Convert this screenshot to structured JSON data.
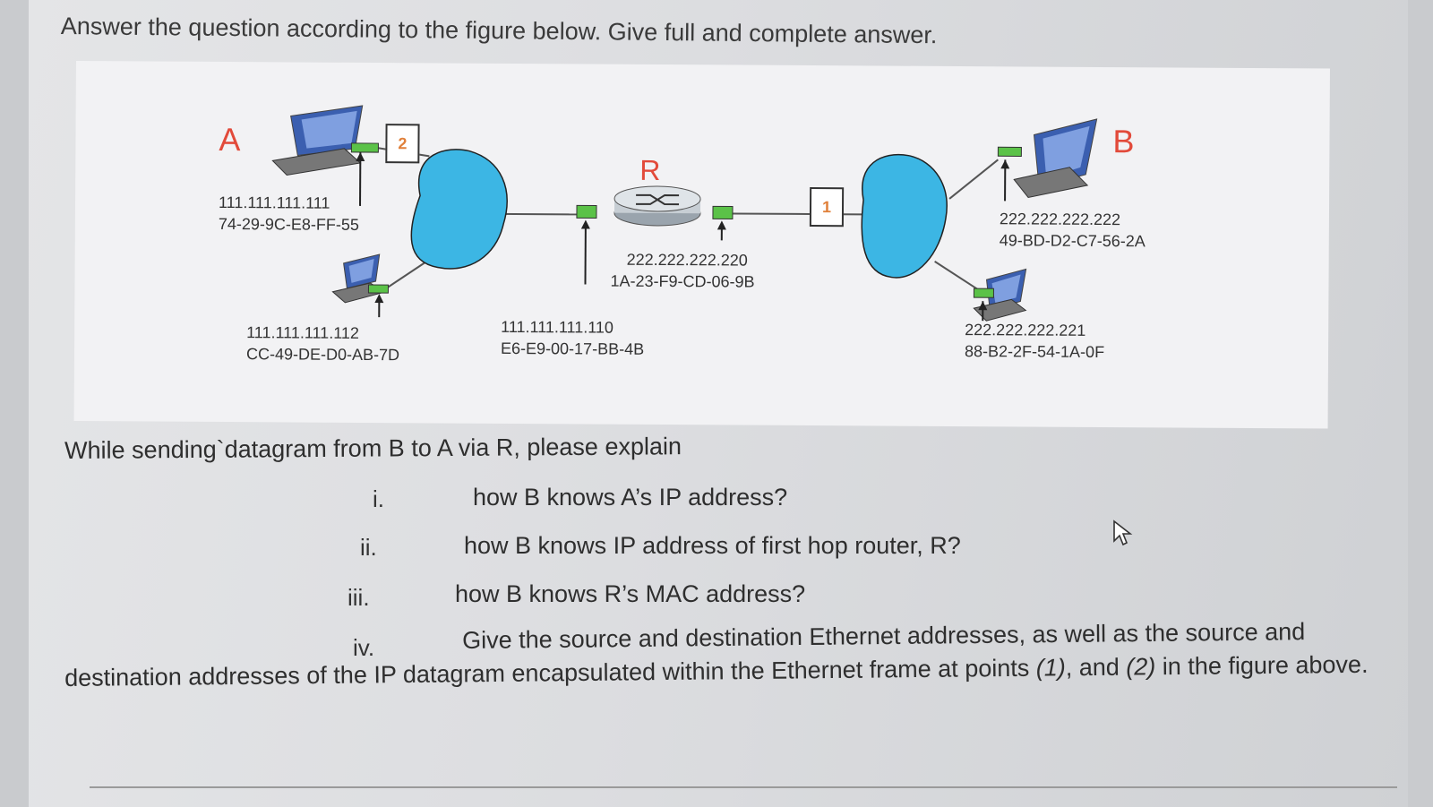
{
  "header": {
    "text": "Answer the question according to the figure below. Give full and complete answer."
  },
  "figure": {
    "host_a": {
      "letter": "A",
      "ip": "111.111.111.111",
      "mac": "74-29-9C-E8-FF-55"
    },
    "host_a2": {
      "ip": "111.111.111.112",
      "mac": "CC-49-DE-D0-AB-7D"
    },
    "router": {
      "letter": "R",
      "left_ip": "111.111.111.110",
      "left_mac": "E6-E9-00-17-BB-4B",
      "right_ip": "222.222.222.220",
      "right_mac": "1A-23-F9-CD-06-9B"
    },
    "host_b": {
      "letter": "B",
      "ip": "222.222.222.222",
      "mac": "49-BD-D2-C7-56-2A"
    },
    "host_b2": {
      "ip": "222.222.222.221",
      "mac": "88-B2-2F-54-1A-0F"
    },
    "point1": "1",
    "point2": "2",
    "colors": {
      "cloud": "#3cb6e4",
      "letters": "#e24a3a",
      "interface": "#5bc248"
    }
  },
  "question": {
    "intro": "While sending`datagram from B to A via R, please explain",
    "items": [
      {
        "num": "i.",
        "text": "how B knows A’s IP address?"
      },
      {
        "num": "ii.",
        "text": "how B knows IP address of first hop router, R?"
      },
      {
        "num": "iii.",
        "text": "how B knows R’s MAC address?"
      },
      {
        "num": "iv.",
        "text": "Give the source and destination Ethernet addresses, as well as the source and"
      }
    ],
    "continuation_prefix": "destination addresses of the IP datagram encapsulated within the Ethernet frame at points ",
    "point1_ref": "(1)",
    "middle": ", and ",
    "point2_ref": "(2)",
    "continuation_suffix": " in the figure above."
  },
  "icons": [
    "computer-icon",
    "router-icon",
    "mouse-cursor-icon"
  ]
}
